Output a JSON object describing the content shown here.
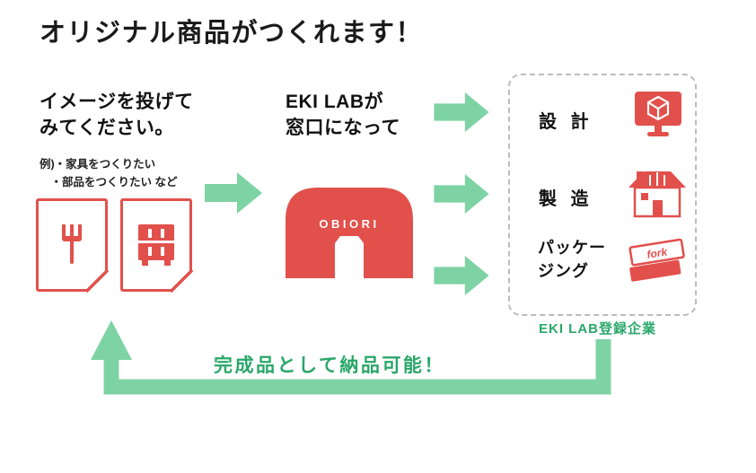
{
  "title": "オリジナル商品がつくれます！",
  "left": {
    "heading": [
      "イメージを投げて",
      "みてください。"
    ],
    "examples": [
      "例)・家具をつくりたい",
      "　・部品をつくりたい など"
    ]
  },
  "center": {
    "heading": [
      "EKI LABが",
      "窓口になって"
    ],
    "building_label": "OBIORI"
  },
  "panel": {
    "items": [
      {
        "label": "設 計"
      },
      {
        "label": "製 造"
      },
      {
        "label_line1": "パッケー",
        "label_line2": "ジング",
        "package_text": "fork"
      }
    ],
    "footer": "EKI LAB登録企業"
  },
  "bottom_label": "完成品として納品可能！",
  "colors": {
    "red": "#e2504c",
    "arrow_green": "#7ed3a4",
    "text_green": "#2aa76a"
  }
}
